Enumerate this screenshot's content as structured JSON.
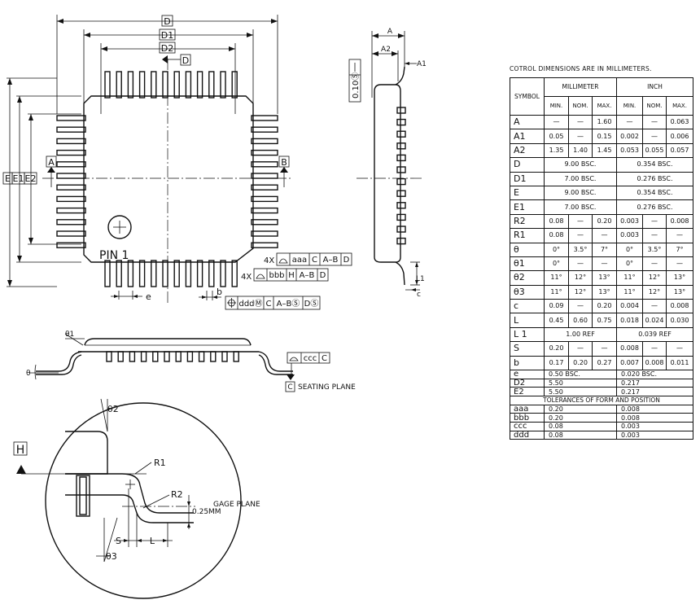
{
  "note": "COTROL  DIMENSIONS  ARE  IN  MILLIMETERS.",
  "table": {
    "symbol_header": "SYMBOL",
    "mm_header": "MILLIMETER",
    "inch_header": "INCH",
    "sub_headers": [
      "MIN.",
      "NOM.",
      "MAX.",
      "MIN.",
      "NOM.",
      "MAX."
    ],
    "rows": [
      {
        "sym": "A",
        "mm": [
          "—",
          "—",
          "1.60"
        ],
        "inch": [
          "—",
          "—",
          "0.063"
        ]
      },
      {
        "sym": "A1",
        "mm": [
          "0.05",
          "—",
          "0.15"
        ],
        "inch": [
          "0.002",
          "—",
          "0.006"
        ]
      },
      {
        "sym": "A2",
        "mm": [
          "1.35",
          "1.40",
          "1.45"
        ],
        "inch": [
          "0.053",
          "0.055",
          "0.057"
        ]
      },
      {
        "sym": "D",
        "mm_span": "9.00  BSC.",
        "inch_span": "0.354  BSC."
      },
      {
        "sym": "D1",
        "mm_span": "7.00  BSC.",
        "inch_span": "0.276  BSC."
      },
      {
        "sym": "E",
        "mm_span": "9.00  BSC.",
        "inch_span": "0.354  BSC."
      },
      {
        "sym": "E1",
        "mm_span": "7.00  BSC.",
        "inch_span": "0.276  BSC."
      },
      {
        "sym": "R2",
        "mm": [
          "0.08",
          "—",
          "0.20"
        ],
        "inch": [
          "0.003",
          "—",
          "0.008"
        ]
      },
      {
        "sym": "R1",
        "mm": [
          "0.08",
          "—",
          "—"
        ],
        "inch": [
          "0.003",
          "—",
          "—"
        ]
      },
      {
        "sym": "θ",
        "mm": [
          "0°",
          "3.5°",
          "7°"
        ],
        "inch": [
          "0°",
          "3.5°",
          "7°"
        ]
      },
      {
        "sym": "θ1",
        "mm": [
          "0°",
          "—",
          "—"
        ],
        "inch": [
          "0°",
          "—",
          "—"
        ]
      },
      {
        "sym": "θ2",
        "mm": [
          "11°",
          "12°",
          "13°"
        ],
        "inch": [
          "11°",
          "12°",
          "13°"
        ]
      },
      {
        "sym": "θ3",
        "mm": [
          "11°",
          "12°",
          "13°"
        ],
        "inch": [
          "11°",
          "12°",
          "13°"
        ]
      },
      {
        "sym": "c",
        "mm": [
          "0.09",
          "—",
          "0.20"
        ],
        "inch": [
          "0.004",
          "—",
          "0.008"
        ]
      },
      {
        "sym": "L",
        "mm": [
          "0.45",
          "0.60",
          "0.75"
        ],
        "inch": [
          "0.018",
          "0.024",
          "0.030"
        ]
      },
      {
        "sym": "L 1",
        "mm_span": "1.00  REF",
        "inch_span": "0.039  REF"
      },
      {
        "sym": "S",
        "mm": [
          "0.20",
          "—",
          "—"
        ],
        "inch": [
          "0.008",
          "—",
          "—"
        ]
      },
      {
        "sym": "b",
        "mm": [
          "0.17",
          "0.20",
          "0.27"
        ],
        "inch": [
          "0.007",
          "0.008",
          "0.011"
        ]
      }
    ],
    "small_rows": [
      {
        "sym": "e",
        "mm": "0.50  BSC.",
        "inch": "0.020  BSC."
      },
      {
        "sym": "D2",
        "mm": "5.50",
        "inch": "0.217"
      },
      {
        "sym": "E2",
        "mm": "5.50",
        "inch": "0.217"
      }
    ],
    "tolerance_header": "TOLERANCES  OF  FORM  AND  POSITION",
    "tolerance_rows": [
      {
        "sym": "aaa",
        "mm": "0.20",
        "inch": "0.008"
      },
      {
        "sym": "bbb",
        "mm": "0.20",
        "inch": "0.008"
      },
      {
        "sym": "ccc",
        "mm": "0.08",
        "inch": "0.003"
      },
      {
        "sym": "ddd",
        "mm": "0.08",
        "inch": "0.003"
      }
    ]
  },
  "drawing": {
    "dim_D": "D",
    "dim_D1": "D1",
    "dim_D2": "D2",
    "dim_E": "E",
    "dim_E1": "E1",
    "dim_E2": "E2",
    "datum_D": "D",
    "datum_A": "A",
    "datum_B": "B",
    "pin1": "PIN  1",
    "dim_e": "e",
    "dim_b": "b",
    "fcf_aaa": {
      "prefix": "4X",
      "cells": [
        "aaa",
        "C",
        "A–B",
        "D"
      ]
    },
    "fcf_bbb": {
      "prefix": "4X",
      "cells": [
        "bbb",
        "H",
        "A–B",
        "D"
      ]
    },
    "fcf_ddd": {
      "cells": [
        "dddⓂ",
        "C",
        "A–BⓈ",
        "DⓈ"
      ]
    },
    "side_A": "A",
    "side_A2": "A2",
    "side_A1": "A1",
    "side_tol": "0.10Ⓢ",
    "side_L1": "L1",
    "side_c": "c",
    "theta1": "θ1",
    "theta": "θ",
    "ccc_cells": [
      "ccc",
      "C"
    ],
    "datum_C": "C",
    "seating_plane": "SEATING  PLANE",
    "datum_H": "H",
    "theta2": "θ2",
    "R1": "R1",
    "R2": "R2",
    "gage_plane": "GAGE  PLANE",
    "gage_dim": "0.25MM",
    "S": "S",
    "L": "L",
    "theta3": "θ3"
  }
}
